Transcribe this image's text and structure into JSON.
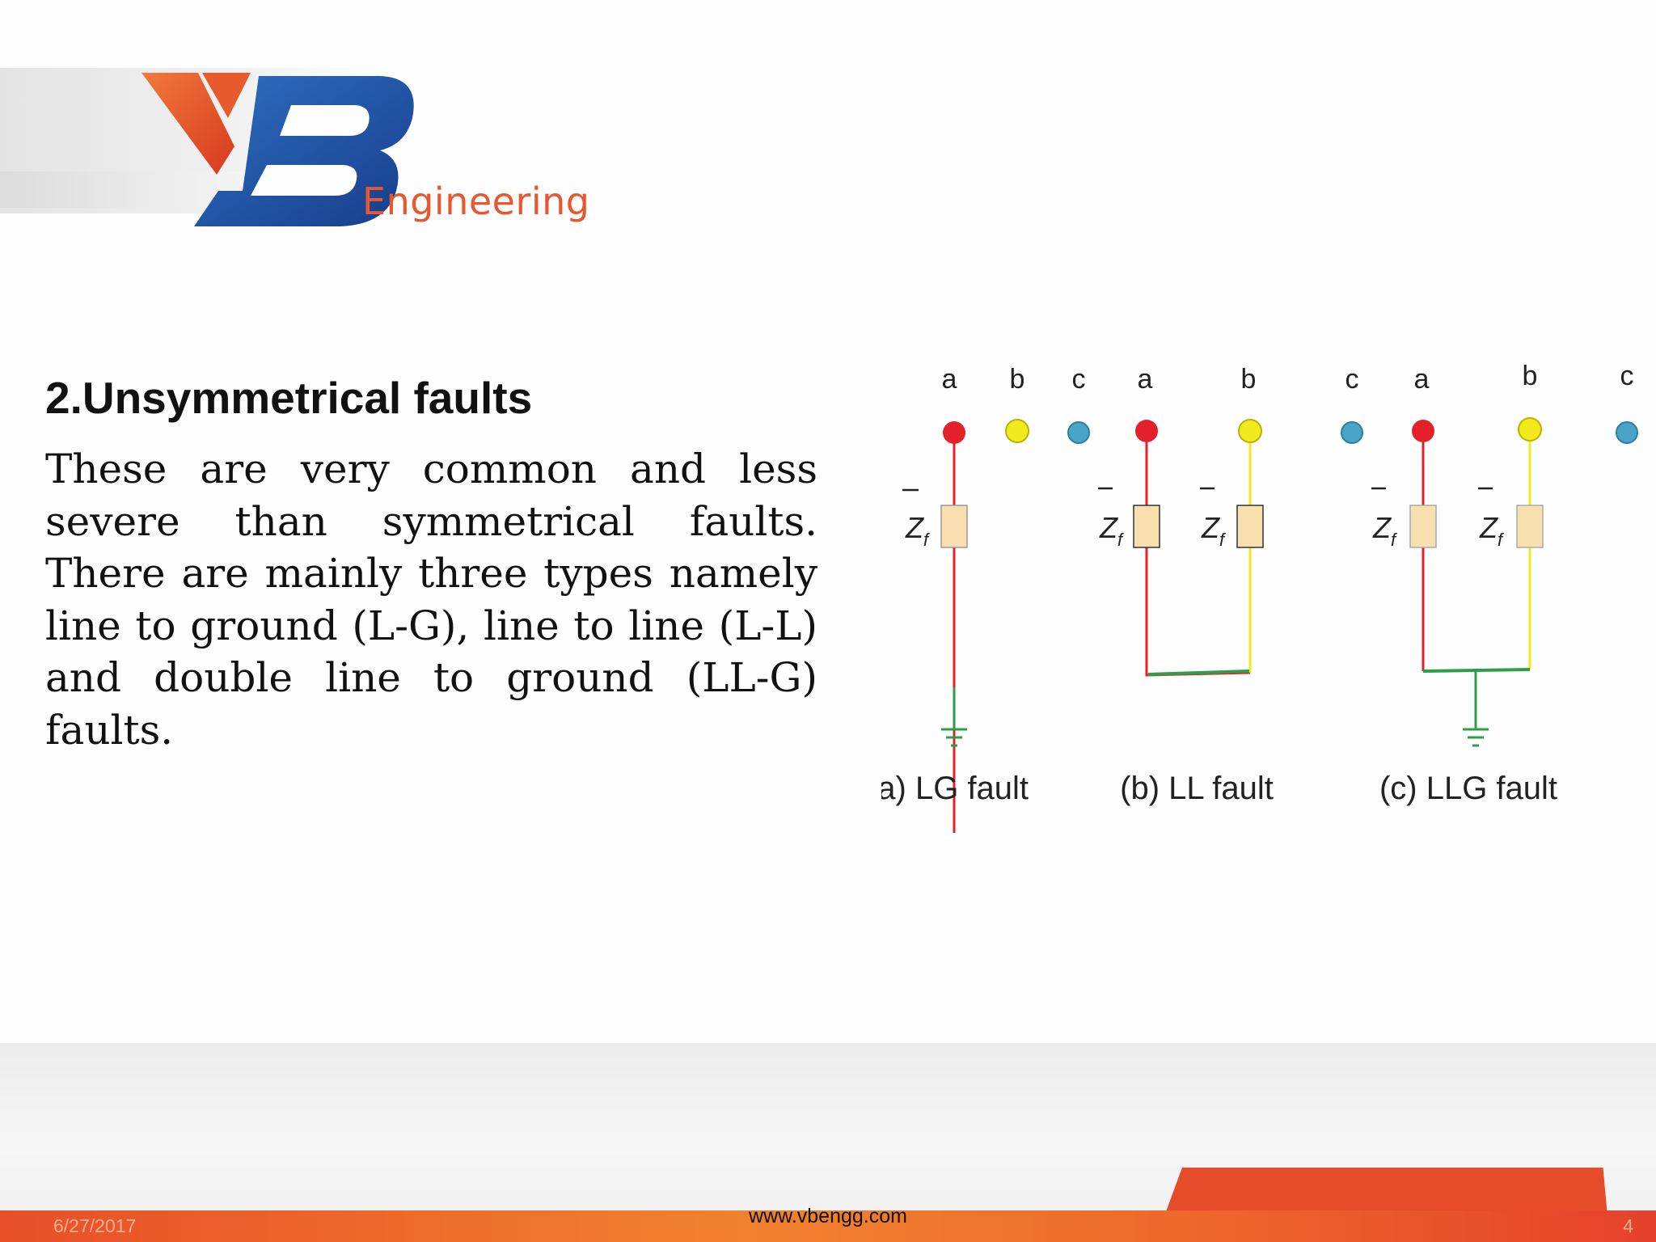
{
  "logo": {
    "brand_text": "Engineering",
    "mark": "VB"
  },
  "content": {
    "heading": "2.Unsymmetrical faults",
    "paragraph": "These are very common and less severe than symmetrical faults. There are mainly three types namely line to ground (L-G), line to line (L-L) and double line to ground (LL-G) faults."
  },
  "diagram": {
    "phase_labels": [
      "a",
      "b",
      "c"
    ],
    "impedance_label": "Z",
    "impedance_subscript": "f",
    "captions": [
      "(a) LG fault",
      "(b) LL fault",
      "(c) LLG fault"
    ],
    "colors": {
      "phase_a": "#e4212b",
      "phase_b": "#f3ea1d",
      "phase_c": "#4aa3c9",
      "ground": "#2e9e48",
      "impedance_fill": "#f7dfb0"
    }
  },
  "footer": {
    "date": "6/27/2017",
    "url": "www.vbengg.com",
    "page_number": "4"
  },
  "colors": {
    "accent_orange": "#e8572f",
    "logo_blue": "#1e4ea0"
  }
}
